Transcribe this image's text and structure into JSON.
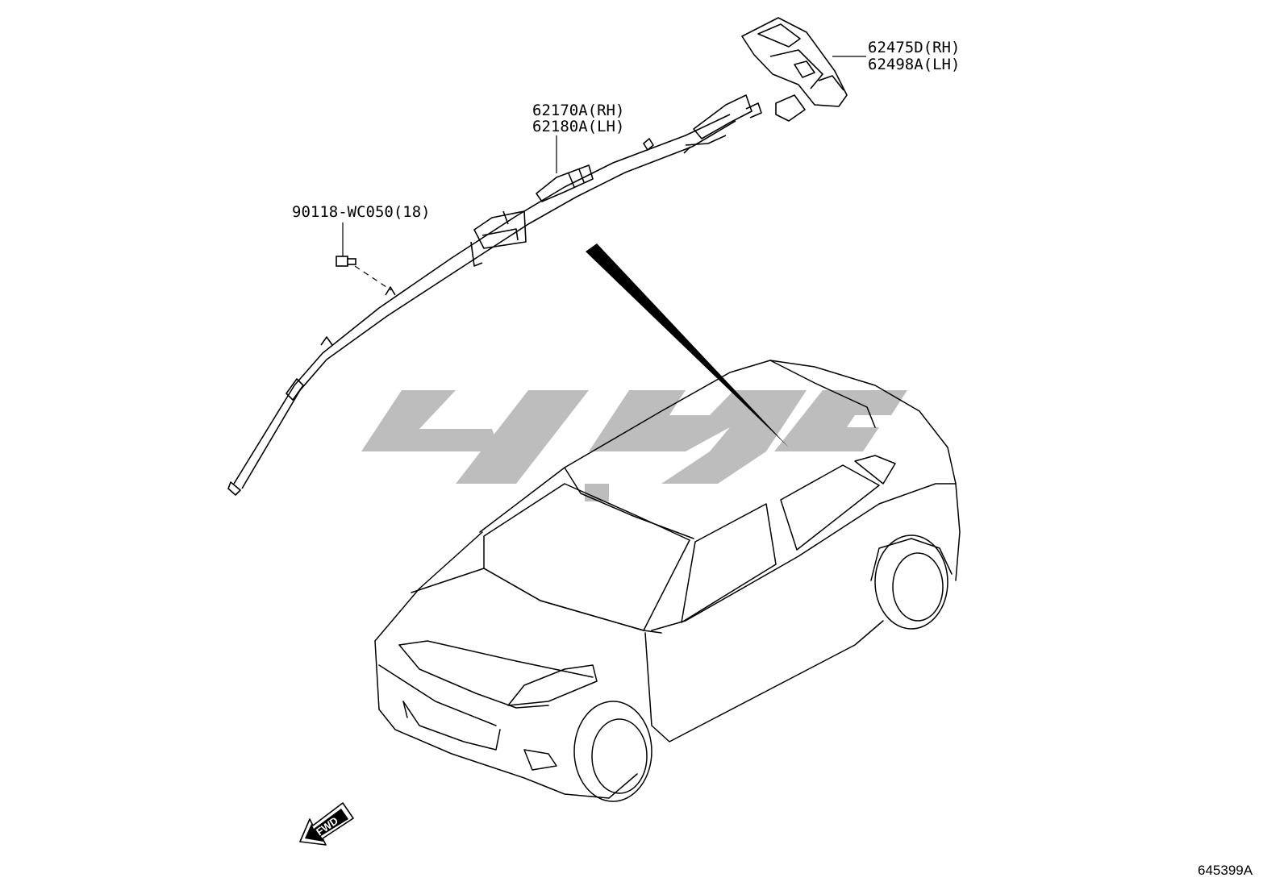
{
  "labels": {
    "curtain_airbag_rh": "62170A(RH)",
    "curtain_airbag_lh": "62180A(LH)",
    "bracket_rh": "62475D(RH)",
    "bracket_lh": "62498A(LH)",
    "bolt": "90118-WC050(18)"
  },
  "fwd_arrow": {
    "label": "FWD",
    "icon": "forward-arrow-icon"
  },
  "figure_id": "645399A",
  "watermark": {
    "icon": "brand-logo-watermark",
    "color": "#bdbdbd"
  },
  "colors": {
    "line": "#000000",
    "background": "#ffffff"
  }
}
